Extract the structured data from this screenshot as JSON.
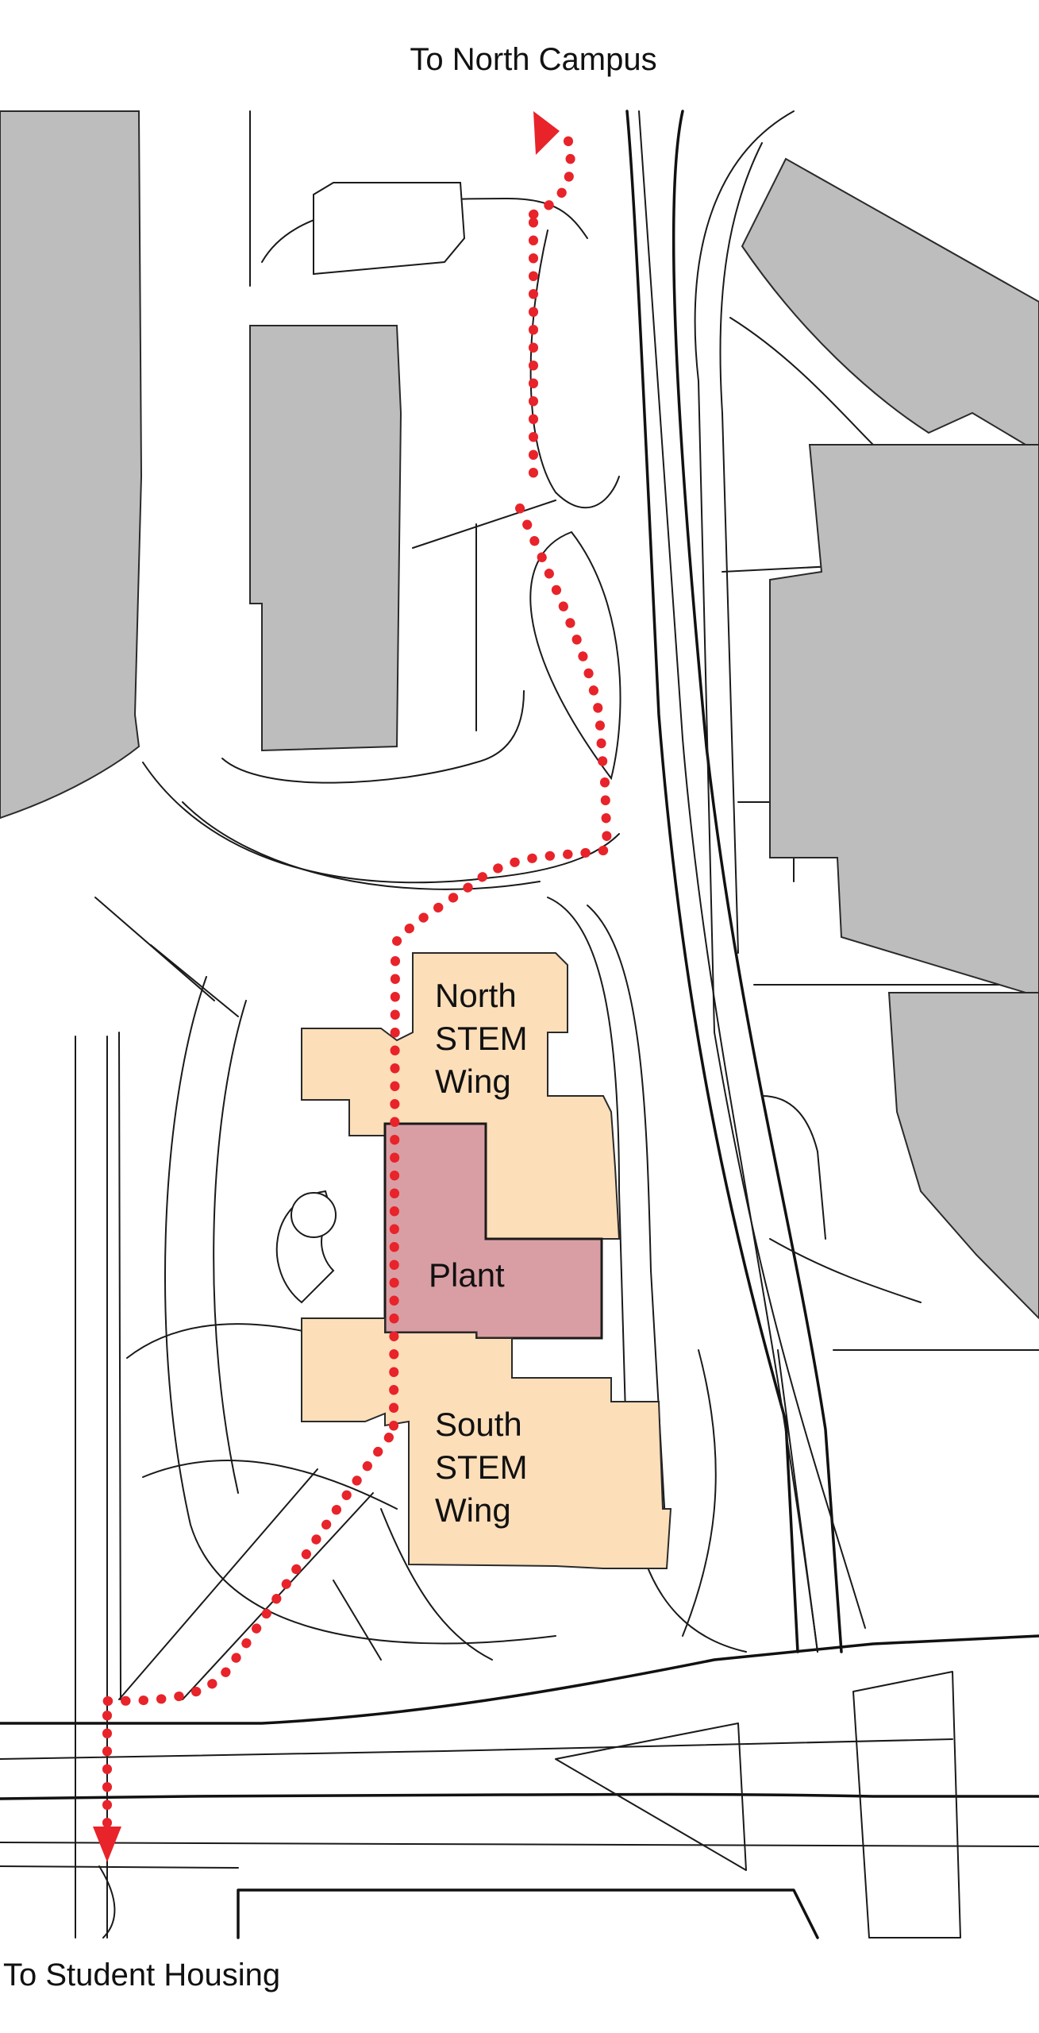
{
  "labels": {
    "top": "To North Campus",
    "bottom": "To Student Housing",
    "north_wing": [
      "North",
      "STEM",
      "Wing"
    ],
    "plant": "Plant",
    "south_wing": [
      "South",
      "STEM",
      "Wing"
    ]
  },
  "colors": {
    "stem_wing_fill": "#fcdeb9",
    "plant_fill": "#d99ea3",
    "surrounding_building_fill": "#bdbdbd",
    "route": "#e8232a"
  },
  "route": {
    "style": "dotted",
    "direction_arrows": [
      "north",
      "south"
    ]
  }
}
